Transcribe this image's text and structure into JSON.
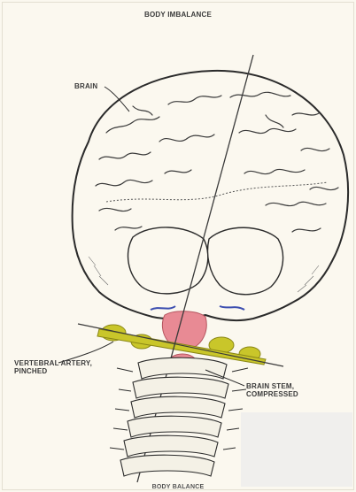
{
  "title": "BODY IMBALANCE",
  "labels": {
    "brain": "BRAIN",
    "vertebral_artery_line1": "VERTEBRAL ARTERY,",
    "vertebral_artery_line2": "PINCHED",
    "brain_stem_line1": "BRAIN STEM,",
    "brain_stem_line2": "COMPRESSED"
  },
  "footer": "BODY BALANCE",
  "colors": {
    "outline": "#2b2b2b",
    "background": "#fbf8ef",
    "artery": "#c9c62a",
    "brain_stem": "#e88a94",
    "vessels": "#3d4fb0"
  }
}
